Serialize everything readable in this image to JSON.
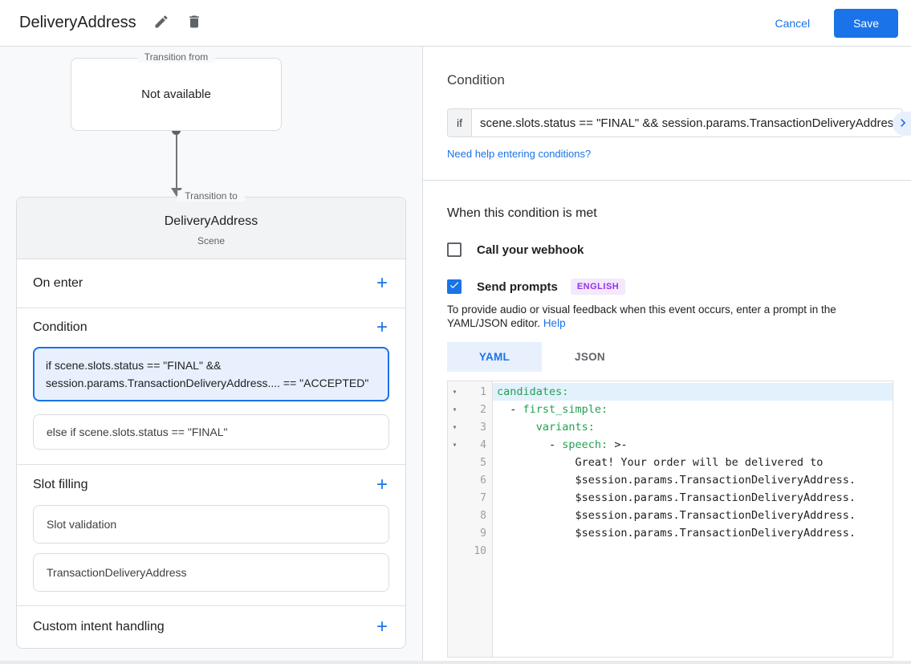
{
  "header": {
    "title": "DeliveryAddress",
    "cancel": "Cancel",
    "save": "Save"
  },
  "flow": {
    "from_label": "Transition from",
    "from_value": "Not available",
    "to_label": "Transition to",
    "to_name": "DeliveryAddress",
    "to_type": "Scene"
  },
  "scene": {
    "on_enter_label": "On enter",
    "condition_label": "Condition",
    "condition_cards": [
      {
        "text": "if scene.slots.status == \"FINAL\" && session.params.TransactionDeliveryAddress.... == \"ACCEPTED\"",
        "selected": true
      },
      {
        "text": "else if scene.slots.status == \"FINAL\"",
        "selected": false
      }
    ],
    "slot_filling_label": "Slot filling",
    "slot_cards": [
      {
        "text": "Slot validation"
      },
      {
        "text": "TransactionDeliveryAddress"
      }
    ],
    "custom_intent_label": "Custom intent handling"
  },
  "condition_panel": {
    "title": "Condition",
    "if_label": "if",
    "expression": "scene.slots.status == \"FINAL\" && session.params.TransactionDeliveryAddress",
    "help_link": "Need help entering conditions?"
  },
  "handlers": {
    "heading": "When this condition is met",
    "webhook_label": "Call your webhook",
    "webhook_checked": false,
    "prompts_label": "Send prompts",
    "prompts_checked": true,
    "language_badge": "ENGLISH",
    "description": "To provide audio or visual feedback when this event occurs, enter a prompt in the YAML/JSON editor.",
    "help_label": "Help"
  },
  "editor": {
    "tabs": [
      {
        "label": "YAML",
        "active": true
      },
      {
        "label": "JSON",
        "active": false
      }
    ],
    "highlighted_line": 1,
    "lines": [
      {
        "n": "1",
        "fold": "▾",
        "pre": "",
        "key": "candidates:",
        "post": ""
      },
      {
        "n": "2",
        "fold": "▾",
        "pre": "  - ",
        "key": "first_simple:",
        "post": ""
      },
      {
        "n": "3",
        "fold": "▾",
        "pre": "      ",
        "key": "variants:",
        "post": ""
      },
      {
        "n": "4",
        "fold": "▾",
        "pre": "        - ",
        "key": "speech:",
        "post": " >-"
      },
      {
        "n": "5",
        "fold": "",
        "pre": "            Great! Your order will be delivered to",
        "key": "",
        "post": ""
      },
      {
        "n": "6",
        "fold": "",
        "pre": "            $session.params.TransactionDeliveryAddress.",
        "key": "",
        "post": ""
      },
      {
        "n": "7",
        "fold": "",
        "pre": "            $session.params.TransactionDeliveryAddress.",
        "key": "",
        "post": ""
      },
      {
        "n": "8",
        "fold": "",
        "pre": "            $session.params.TransactionDeliveryAddress.",
        "key": "",
        "post": ""
      },
      {
        "n": "9",
        "fold": "",
        "pre": "            $session.params.TransactionDeliveryAddress.",
        "key": "",
        "post": ""
      },
      {
        "n": "10",
        "fold": "",
        "pre": "",
        "key": "",
        "post": ""
      }
    ]
  },
  "icons": {
    "add": "+"
  },
  "colors": {
    "accent": "#1a73e8",
    "key_green": "#23a152",
    "badge_bg": "#f3e8fd",
    "badge_text": "#9334e6",
    "line_highlight": "#e3f1fd",
    "panel_bg": "#f8f9fa"
  }
}
